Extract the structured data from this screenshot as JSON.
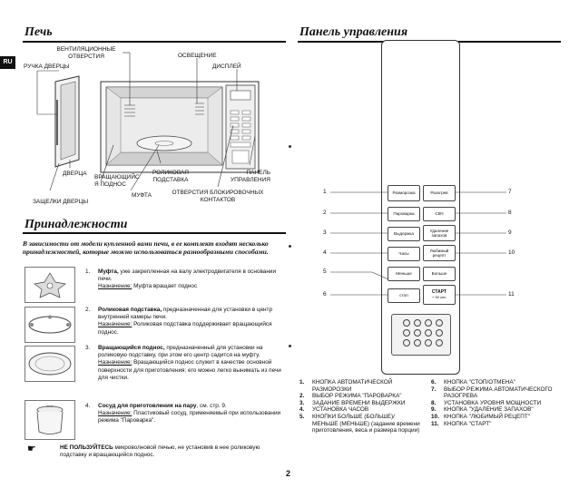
{
  "lang_tab": "RU",
  "oven": {
    "title": "Печь",
    "labels": {
      "vents": "ВЕНТИЛЯЦИОННЫЕ\nОТВЕРСТИЯ",
      "light": "ОСВЕЩЕНИЕ",
      "handle": "РУЧКА ДВЕРЦЫ",
      "display": "ДИСПЛЕЙ",
      "door": "ДВЕРЦА",
      "roller": "ВРАЩАЮЩИЙС\nЯ ПОДНОС",
      "coupler": "МУФТА",
      "ring": "РОЛИКОВАЯ\nПОДСТАВКА",
      "control_panel": "ПАНЕЛЬ\nУПРАВЛЕНИЯ",
      "latches": "ЗАЩЕЛКИ ДВЕРЦЫ",
      "interlock": "ОТВЕРСТИЯ БЛОКИРОВОЧНЫХ\nКОНТАКТОВ"
    }
  },
  "accessories": {
    "title": "Принадлежности",
    "intro": "В зависимости от модели купленной вами печи, в ее комплект входят несколько принадлежностей, которые можно использоваться разнообразными способами.",
    "items": [
      {
        "num": "1.",
        "name": "Муфта,",
        "text": "уже закрепленная на валу электродвигателя в основании печи.",
        "purpose_label": "Назначение:",
        "purpose": "Муфта вращает поднос"
      },
      {
        "num": "2.",
        "name": "Роликовая подставка,",
        "text": "предназначенная для установки в центр внутренней камеры печи.",
        "purpose_label": "Назначение:",
        "purpose": "Роликовая подставка поддерживает вращающийся поднос."
      },
      {
        "num": "3.",
        "name": "Вращающийся поднос,",
        "text": "предназначенный для установки на роликовую подставку, при этом его центр садится на муфту.",
        "purpose_label": "Назначение:",
        "purpose": "Вращающийся поднос служит в качестве основной поверхности для приготовления; его можно легко вынимать из печи для чистки."
      },
      {
        "num": "4.",
        "name": "Сосуд для приготовления на пару",
        "text": ", см. стр. 9.",
        "purpose_label": "Назначение:",
        "purpose": "Пластиковый сосуд, применяемый при использовании режима \"Пароварка\"."
      }
    ],
    "warning_strong": "НЕ ПОЛЬЗУЙТЕСЬ",
    "warning_text": "микроволновой печью, не установив в нее роликовую подставку и вращающийся поднос."
  },
  "panel": {
    "title": "Панель управления",
    "buttons": {
      "defrost": "Разморозка",
      "reheat": "Разогрев",
      "steam": "Пароварка",
      "microwave": "СВЧ",
      "dwell": "Выдержка",
      "deodor": "Удаление\nзапахов",
      "clock": "Часы",
      "favourite": "Любимый\nрецепт",
      "less": "Меньше",
      "more": "Больше",
      "stop": "стоп",
      "start": "СТАРТ",
      "start_sub": "+ 30 сек."
    },
    "callouts": [
      "1",
      "2",
      "3",
      "4",
      "5",
      "6",
      "7",
      "8",
      "9",
      "10",
      "11"
    ],
    "legend_left": [
      {
        "n": "1.",
        "t": "КНОПКА АВТОМАТИЧЕСКОЙ РАЗМОРОЗКИ"
      },
      {
        "n": "2.",
        "t": "ВЫБОР РЕЖИМА \"ПАРОВАРКА\""
      },
      {
        "n": "3.",
        "t": "ЗАДАНИЕ ВРЕМЕНИ ВЫДЕРЖКИ"
      },
      {
        "n": "4.",
        "t": "УСТАНОВКА ЧАСОВ"
      },
      {
        "n": "5.",
        "t": "КНОПКИ БОЛЬШЕ (БОЛЬШЕ)/ МЕНЬШЕ (МЕНЬШЕ) (задание времени приготовления, веса и размера порции)"
      }
    ],
    "legend_right": [
      {
        "n": "6.",
        "t": "КНОПКА \"СТОП/ОТМЕНА\""
      },
      {
        "n": "7.",
        "t": "ВЫБОР РЕЖИМА АВТОМАТИЧЕСКОГО РАЗОГРЕВА"
      },
      {
        "n": "8.",
        "t": "УСТАНОВКА УРОВНЯ МОЩНОСТИ"
      },
      {
        "n": "9.",
        "t": "КНОПКА \"УДАЛЕНИЕ ЗАПАХОВ\""
      },
      {
        "n": "10.",
        "t": "КНОПКА \"ЛЮБИМЫЙ РЕЦЕПТ\""
      },
      {
        "n": "11.",
        "t": "КНОПКА \"СТАРТ\""
      }
    ]
  },
  "page_number": "2"
}
